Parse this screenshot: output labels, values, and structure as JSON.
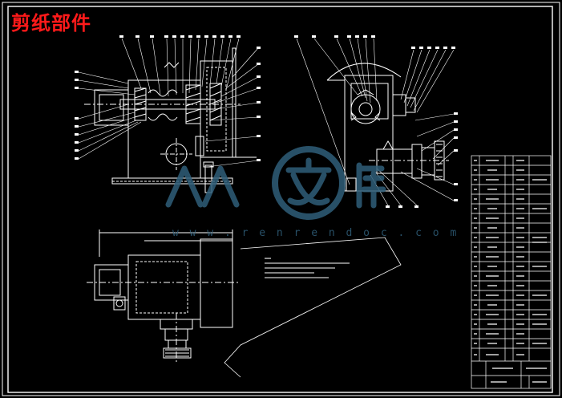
{
  "title": "剪纸部件",
  "watermark": {
    "logo_text": "人人文库",
    "url": "w w w . r e n r e n d o c . c o m"
  },
  "colors": {
    "background": "#000000",
    "line": "#ffffff",
    "title": "#ff1a1a",
    "watermark": "#2f5f7a"
  }
}
